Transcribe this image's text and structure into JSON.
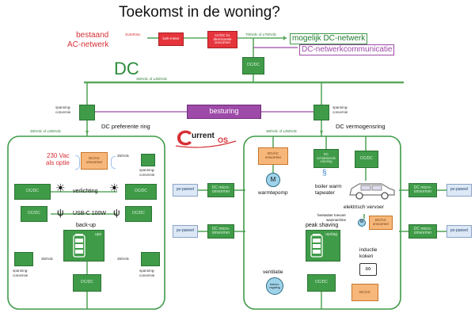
{
  "title": "Toekomst in de woning?",
  "ac": {
    "label_l1": "bestaand",
    "label_l2": "AC-netwerk",
    "vac": "3x400Vac",
    "meter": "kwh-meter",
    "acdc_l1": "AC/DC bi-",
    "acdc_l2": "directionele",
    "acdc_l3": "omvormer",
    "vdc_top": "700Vdc of ±700Vdc"
  },
  "dc_network": {
    "label1": "mogelijk DC-netwerk",
    "label2": "DC-netwerkcommunicatie",
    "top_dcdc": "DC/DC",
    "big_label": "DC",
    "bus_voltage": "350Vdc of ±350Vdc",
    "besturing": "besturing"
  },
  "logo": {
    "part1": "urrent",
    "part2": "OS"
  },
  "left_ring": {
    "conv_l1": "spanning-",
    "conv_l2": "conversie",
    "top_dcdc": "DC/DC",
    "voltage": "350Vdc of ±350Vdc",
    "title": "DC preferente ring",
    "ac_option_l1": "230 Vac",
    "ac_option_l2": "als optie",
    "dcac_l1": "DC/AC",
    "dcac_l2": "omvormer",
    "v350_top": "350Vdc",
    "conv_right_l1": "spanning-",
    "conv_right_l2": "conversie",
    "dcdc_light_left": "DC/DC",
    "dcdc_light_right": "DC/DC",
    "lighting": "verlichting",
    "dcdc_usb_left": "DC/DC",
    "dcdc_usb_right": "DC/DC",
    "usb": "USB-C 100W",
    "backup": "back-up",
    "ups": "ups",
    "v350_left": "350Vdc",
    "v350_right": "350Vdc",
    "bottom_dcdc": "DC/DC"
  },
  "right_ring": {
    "conv_l1": "spanning-",
    "conv_l2": "conversie",
    "top_dcdc": "DC/DC",
    "voltage": "350Vdc of ±350Vdc",
    "title": "DC vermogensring",
    "hp_dcac_l1": "DC/AC",
    "hp_dcac_l2": "omvormer",
    "hp_motor": "M",
    "heatpump": "warmtepomp",
    "boiler_box_l1": "DC",
    "boiler_box_l2": "schakelende",
    "boiler_box_l3": "voeding",
    "boiler_l1": "boiler warm",
    "boiler_l2": "tapwater",
    "ev_dcdc": "DC/DC",
    "ev": "elektrisch vervoer",
    "hw_l1": "heetwater toevoer",
    "hw_l2": "wasmachine",
    "hw_dcac_l1": "DC/AC",
    "hw_dcac_l2": "omvormer",
    "peak": "peak shaving",
    "storage": "opslag",
    "ventilation": "ventilatie",
    "toerenregeling_l1": "toeren-",
    "toerenregeling_l2": "regeling",
    "bottom_dcdc": "DC/DC",
    "inductie_l1": "inductie",
    "inductie_l2": "koken",
    "dcac_bottom": "DC/AC",
    "pv_left_top": "pv-paneel",
    "pv_left_bottom": "pv-paneel",
    "micro_left_top_l1": "DC micro-",
    "micro_left_top_l2": "omvormer",
    "micro_left_bottom_l1": "DC micro-",
    "micro_left_bottom_l2": "omvormer",
    "micro_right_top_l1": "DC micro-",
    "micro_right_top_l2": "omvormer",
    "micro_right_bottom_l1": "DC micro-",
    "micro_right_bottom_l2": "omvormer",
    "pv_right_top": "pv-paneel",
    "pv_right_bottom": "pv-paneel"
  },
  "colors": {
    "green": "#3f9b48",
    "dark_green": "#1c7a2c",
    "red": "#e5343b",
    "purple": "#9d4aa8",
    "orange": "#f7b77a",
    "light_blue": "#dce8f6",
    "wire": "#5aa85e"
  }
}
